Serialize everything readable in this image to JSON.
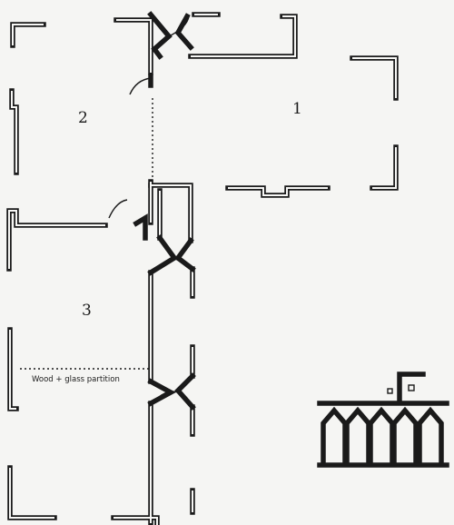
{
  "rooms": {
    "room_1": "1",
    "room_2": "2",
    "room_3": "3"
  },
  "annotations": {
    "partition": "Wood + glass partition"
  },
  "colors": {
    "ink": "#1a1a1a",
    "paper": "#f5f5f3"
  }
}
